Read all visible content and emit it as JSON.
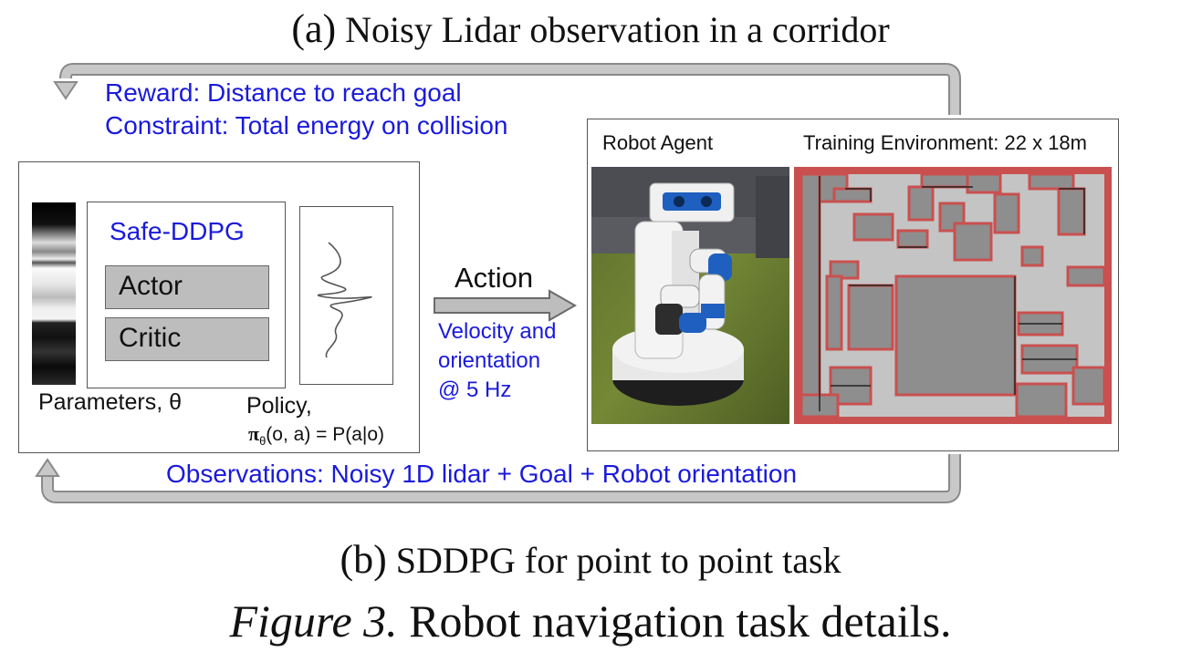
{
  "captions": {
    "a_label": "(a)",
    "a_text": " Noisy Lidar observation in a corridor",
    "b_label": "(b)",
    "b_text": " SDDPG for point to point task",
    "figure_label": "Figure 3.",
    "figure_text": " Robot navigation task details."
  },
  "feedback": {
    "reward": "Reward: Distance to reach goal",
    "constraint": "Constraint: Total energy on collision",
    "observations": "Observations: Noisy 1D lidar + Goal + Robot orientation"
  },
  "agent": {
    "algorithm": "Safe-DDPG",
    "actor": "Actor",
    "critic": "Critic",
    "parameters_label": "Parameters, θ",
    "policy_label": "Policy,",
    "policy_pi": "π",
    "policy_sub": "θ",
    "policy_expr": "(o, a) = P(a|o)"
  },
  "action": {
    "label": "Action",
    "detail_line1": "Velocity and",
    "detail_line2": "orientation",
    "detail_line3": "@ 5 Hz"
  },
  "environment": {
    "robot_label": "Robot Agent",
    "training_label": "Training Environment: 22 x 18m"
  },
  "colors": {
    "annotation_blue": "#1a1adb",
    "arrow_gray": "#9a9a9a",
    "block_gray": "#bdbdbd",
    "map_wall_red": "#c9504f"
  }
}
